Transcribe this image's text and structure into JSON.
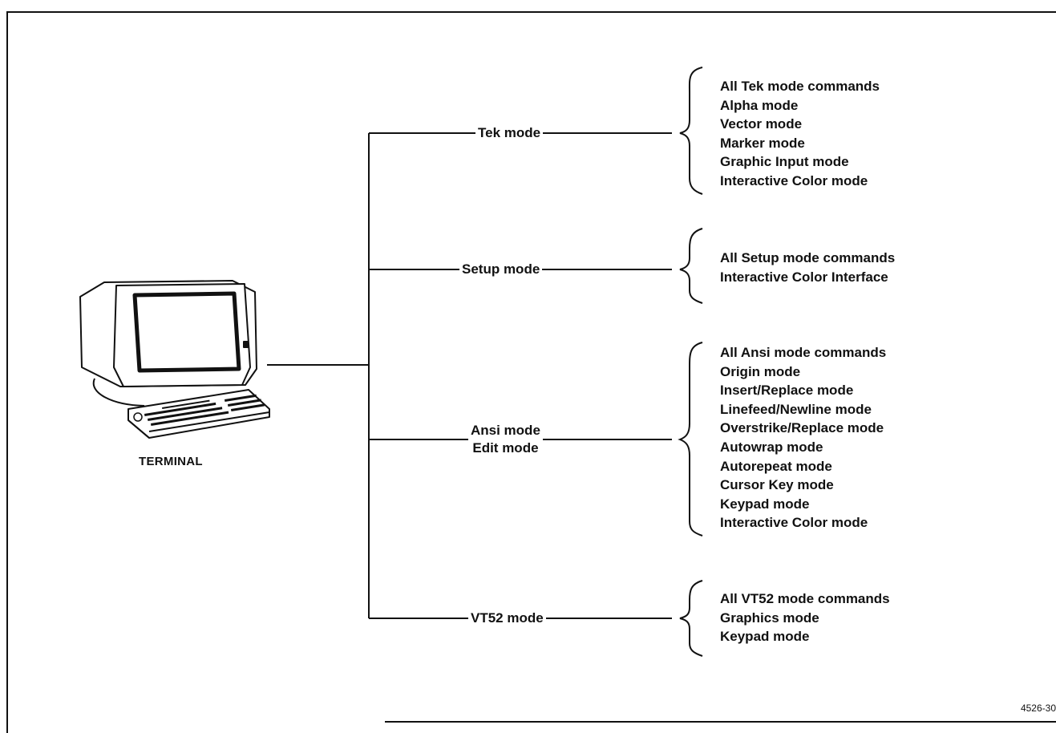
{
  "terminal_label": "TERMINAL",
  "figure_id": "4526-30",
  "modes": [
    {
      "label": "Tek mode",
      "items": [
        "All Tek mode commands",
        "Alpha mode",
        "Vector mode",
        "Marker mode",
        "Graphic Input mode",
        "Interactive Color mode"
      ]
    },
    {
      "label": "Setup mode",
      "items": [
        "All Setup mode commands",
        "Interactive Color Interface"
      ]
    },
    {
      "label_line1": "Ansi mode",
      "label_line2": "Edit mode",
      "items": [
        "All Ansi mode commands",
        "Origin mode",
        "Insert/Replace mode",
        "Linefeed/Newline mode",
        "Overstrike/Replace mode",
        "Autowrap mode",
        "Autorepeat mode",
        "Cursor Key mode",
        "Keypad mode",
        "Interactive Color mode"
      ]
    },
    {
      "label": "VT52 mode",
      "items": [
        "All VT52 mode commands",
        "Graphics mode",
        "Keypad mode"
      ]
    }
  ]
}
